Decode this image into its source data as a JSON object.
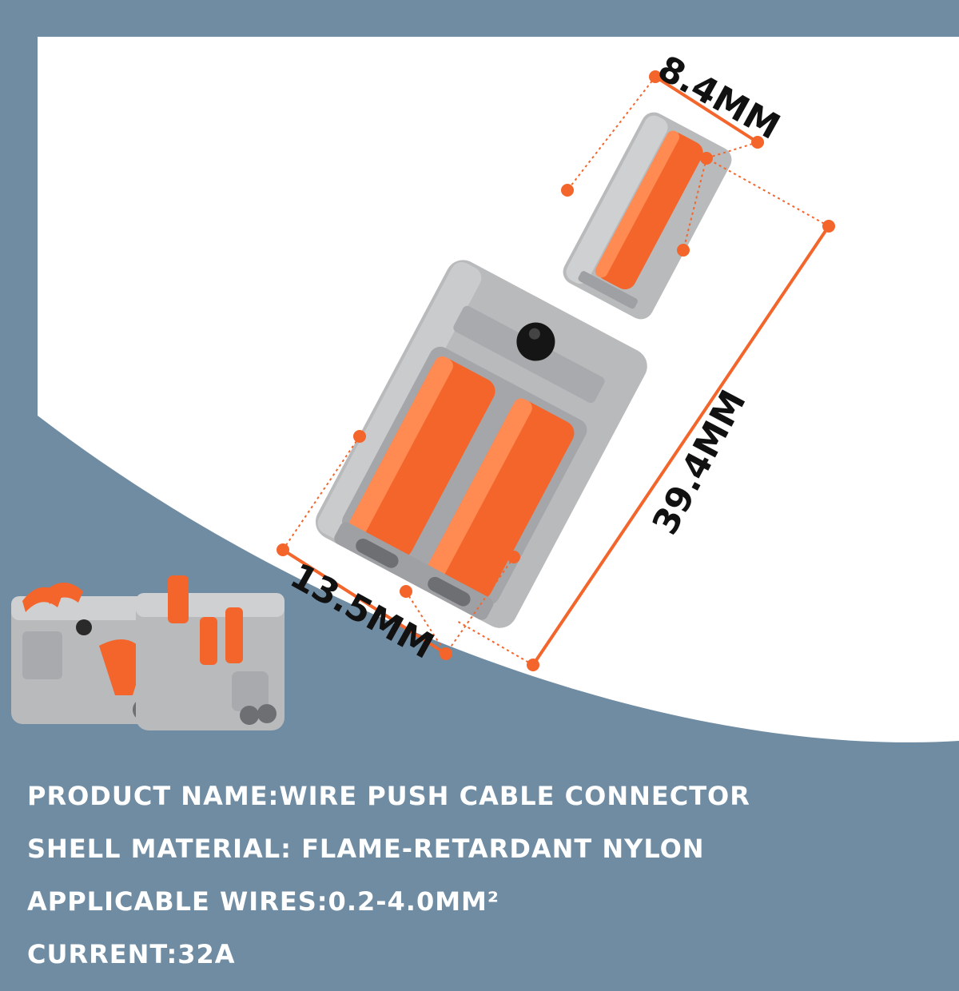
{
  "dimensions": {
    "top_width": "8.4MM",
    "length": "39.4MM",
    "base_width": "13.5MM"
  },
  "specs": {
    "product_name": "PRODUCT NAME:WIRE PUSH CABLE CONNECTOR",
    "shell_material": "SHELL MATERIAL: FLAME-RETARDANT NYLON",
    "applicable_wires": "APPLICABLE WIRES:0.2-4.0MM²",
    "current": "CURRENT:32A"
  },
  "colors": {
    "background": "#6f8ca3",
    "panel": "#ffffff",
    "housing": "#b9babc",
    "lever": "#f3652b",
    "dimension_line": "#f3652b"
  }
}
